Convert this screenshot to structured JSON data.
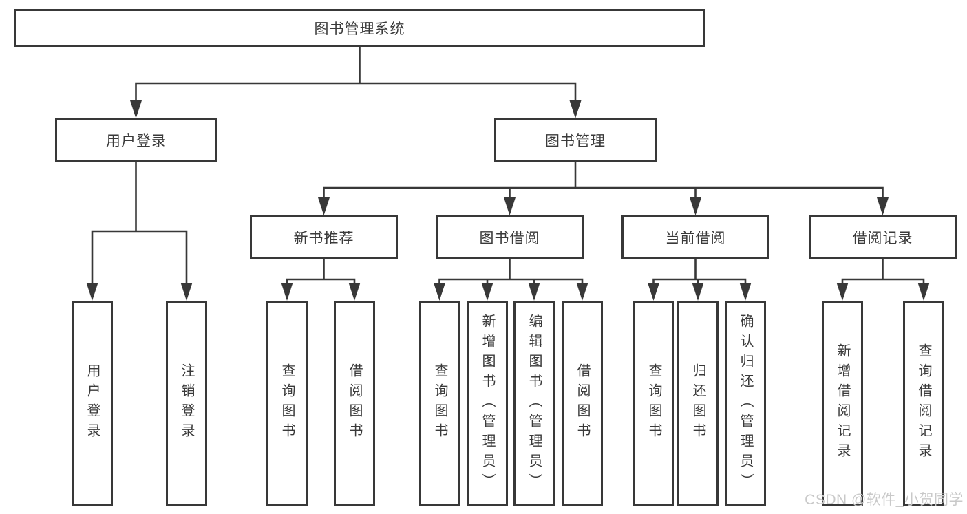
{
  "colors": {
    "line": "#383838",
    "text": "#3a3a3a",
    "bg": "#ffffff",
    "watermark": "#c9c9c9"
  },
  "watermark": {
    "text": "CSDN @软件_小贺同学"
  },
  "tree": {
    "root": {
      "label": "图书管理系统",
      "children": [
        {
          "label": "用户登录",
          "children": [
            {
              "label": "用户登录"
            },
            {
              "label": "注销登录"
            }
          ]
        },
        {
          "label": "图书管理",
          "children": [
            {
              "label": "新书推荐",
              "children": [
                {
                  "label": "查询图书"
                },
                {
                  "label": "借阅图书"
                }
              ]
            },
            {
              "label": "图书借阅",
              "children": [
                {
                  "label": "查询图书"
                },
                {
                  "label": "新增图书（管理员）"
                },
                {
                  "label": "编辑图书（管理员）"
                },
                {
                  "label": "借阅图书"
                }
              ]
            },
            {
              "label": "当前借阅",
              "children": [
                {
                  "label": "查询图书"
                },
                {
                  "label": "归还图书"
                },
                {
                  "label": "确认归还（管理员）"
                }
              ]
            },
            {
              "label": "借阅记录",
              "children": [
                {
                  "label": "新增借阅记录"
                },
                {
                  "label": "查询借阅记录"
                }
              ]
            }
          ]
        }
      ]
    }
  }
}
